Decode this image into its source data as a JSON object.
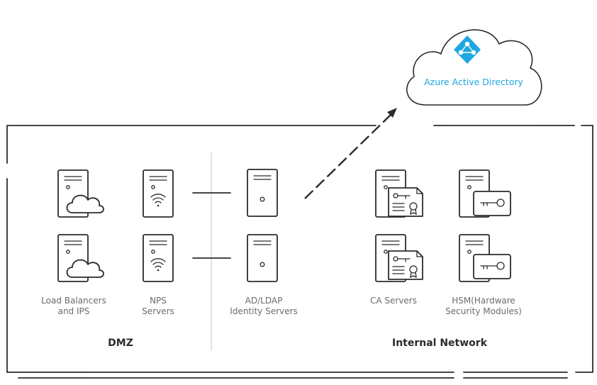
{
  "cloud": {
    "label": "Azure Active Directory",
    "icon": "azure-ad-icon",
    "accent": "#1ea7e1"
  },
  "zones": {
    "dmz": "DMZ",
    "internal": "Internal Network"
  },
  "servers": {
    "load_balancers": {
      "line1": "Load Balancers",
      "line2": "and IPS",
      "icon": "server-cloud-icon"
    },
    "nps": {
      "line1": "NPS",
      "line2": "Servers",
      "icon": "server-wifi-icon"
    },
    "ad_ldap": {
      "line1": "AD/LDAP",
      "line2": "Identity Servers",
      "icon": "server-icon"
    },
    "ca": {
      "line1": "CA Servers",
      "icon": "server-certificate-icon"
    },
    "hsm": {
      "line1": "HSM(Hardware",
      "line2": "Security Modules)",
      "icon": "server-key-icon"
    }
  }
}
